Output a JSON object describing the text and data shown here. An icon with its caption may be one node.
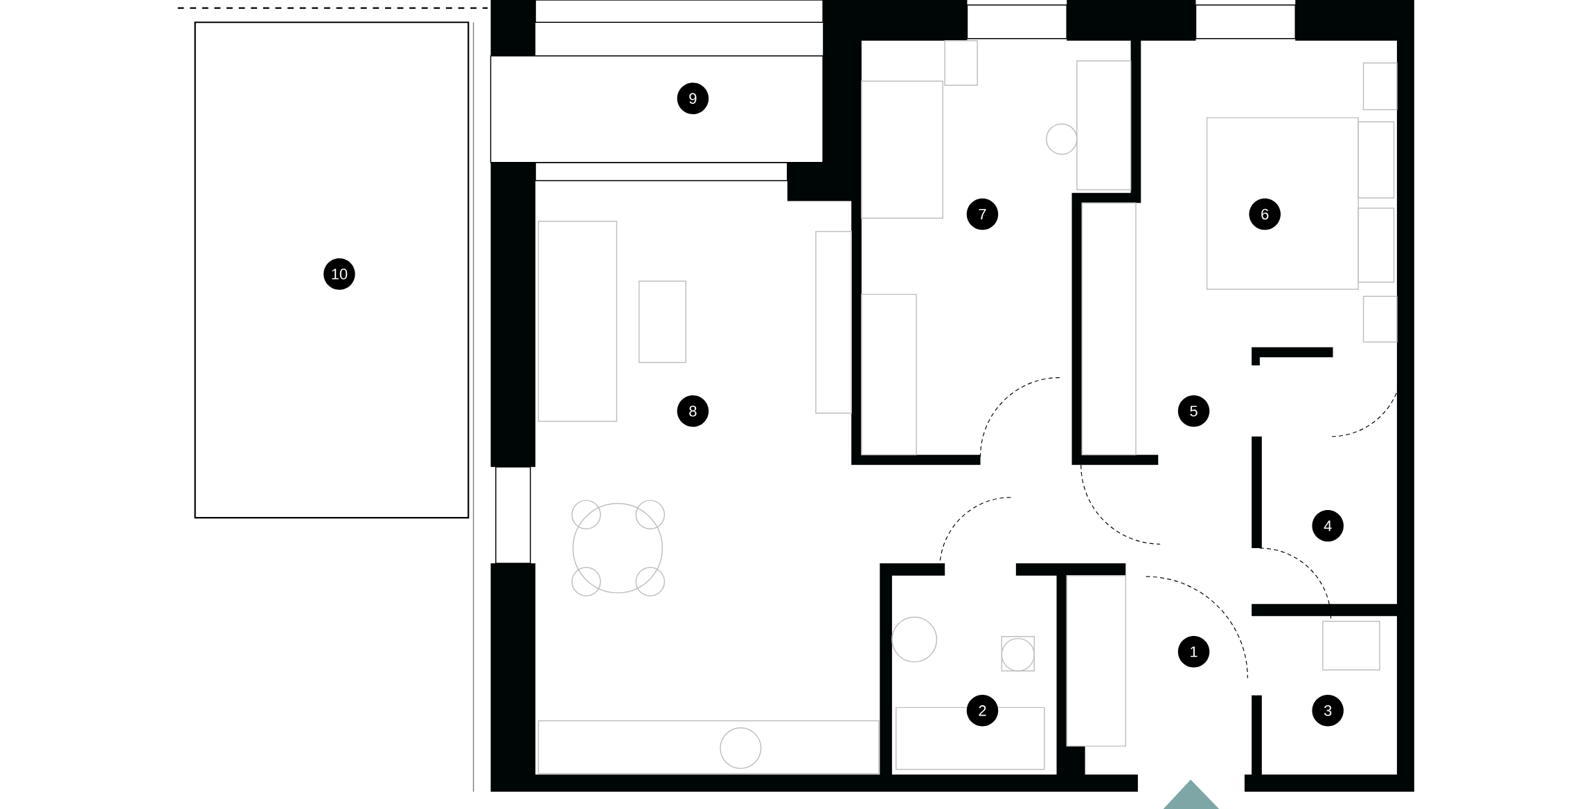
{
  "diagram": {
    "labels": [
      "9",
      "7",
      "6",
      "10",
      "8",
      "5",
      "4",
      "1",
      "2",
      "3"
    ]
  }
}
